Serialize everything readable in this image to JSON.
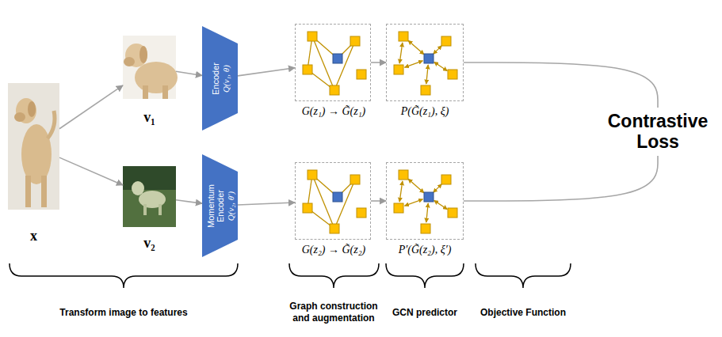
{
  "diagram": {
    "nodes": [
      {
        "text": [
          "x"
        ]
      },
      {
        "text": [
          "v₁"
        ]
      },
      {
        "text": [
          "v₂"
        ]
      },
      {
        "text": [
          "Encoder",
          "Q(v₁, θ)"
        ]
      },
      {
        "text": [
          "Momentum Encoder",
          "Q(v₂, θ′)"
        ]
      },
      {
        "text": [
          "G(z₁) → G̃(z₁)"
        ]
      },
      {
        "text": [
          "P(G̃(z₁), ξ)"
        ]
      },
      {
        "text": [
          "G(z₂) → G̃(z₂)"
        ]
      },
      {
        "text": [
          "P′(G̃(z₂), ξ′)"
        ]
      },
      {
        "text": [
          "Contrastive Loss"
        ]
      }
    ],
    "edges": [
      {
        "from": 0,
        "to": 1,
        "arrow": "to"
      },
      {
        "from": 0,
        "to": 2,
        "arrow": "to"
      },
      {
        "from": 1,
        "to": 3,
        "arrow": "to"
      },
      {
        "from": 2,
        "to": 4,
        "arrow": "to"
      },
      {
        "from": 3,
        "to": 5,
        "arrow": "to"
      },
      {
        "from": 4,
        "to": 7,
        "arrow": "to"
      },
      {
        "from": 5,
        "to": 6,
        "arrow": "to"
      },
      {
        "from": 7,
        "to": 8,
        "arrow": "to"
      },
      {
        "from": 6,
        "to": 9,
        "arrow": "none"
      },
      {
        "from": 8,
        "to": 9,
        "arrow": "none"
      }
    ],
    "labels": [
      "Transform image to features",
      "Graph construction and augmentation",
      "GCN predictor",
      "Objective Function"
    ]
  }
}
